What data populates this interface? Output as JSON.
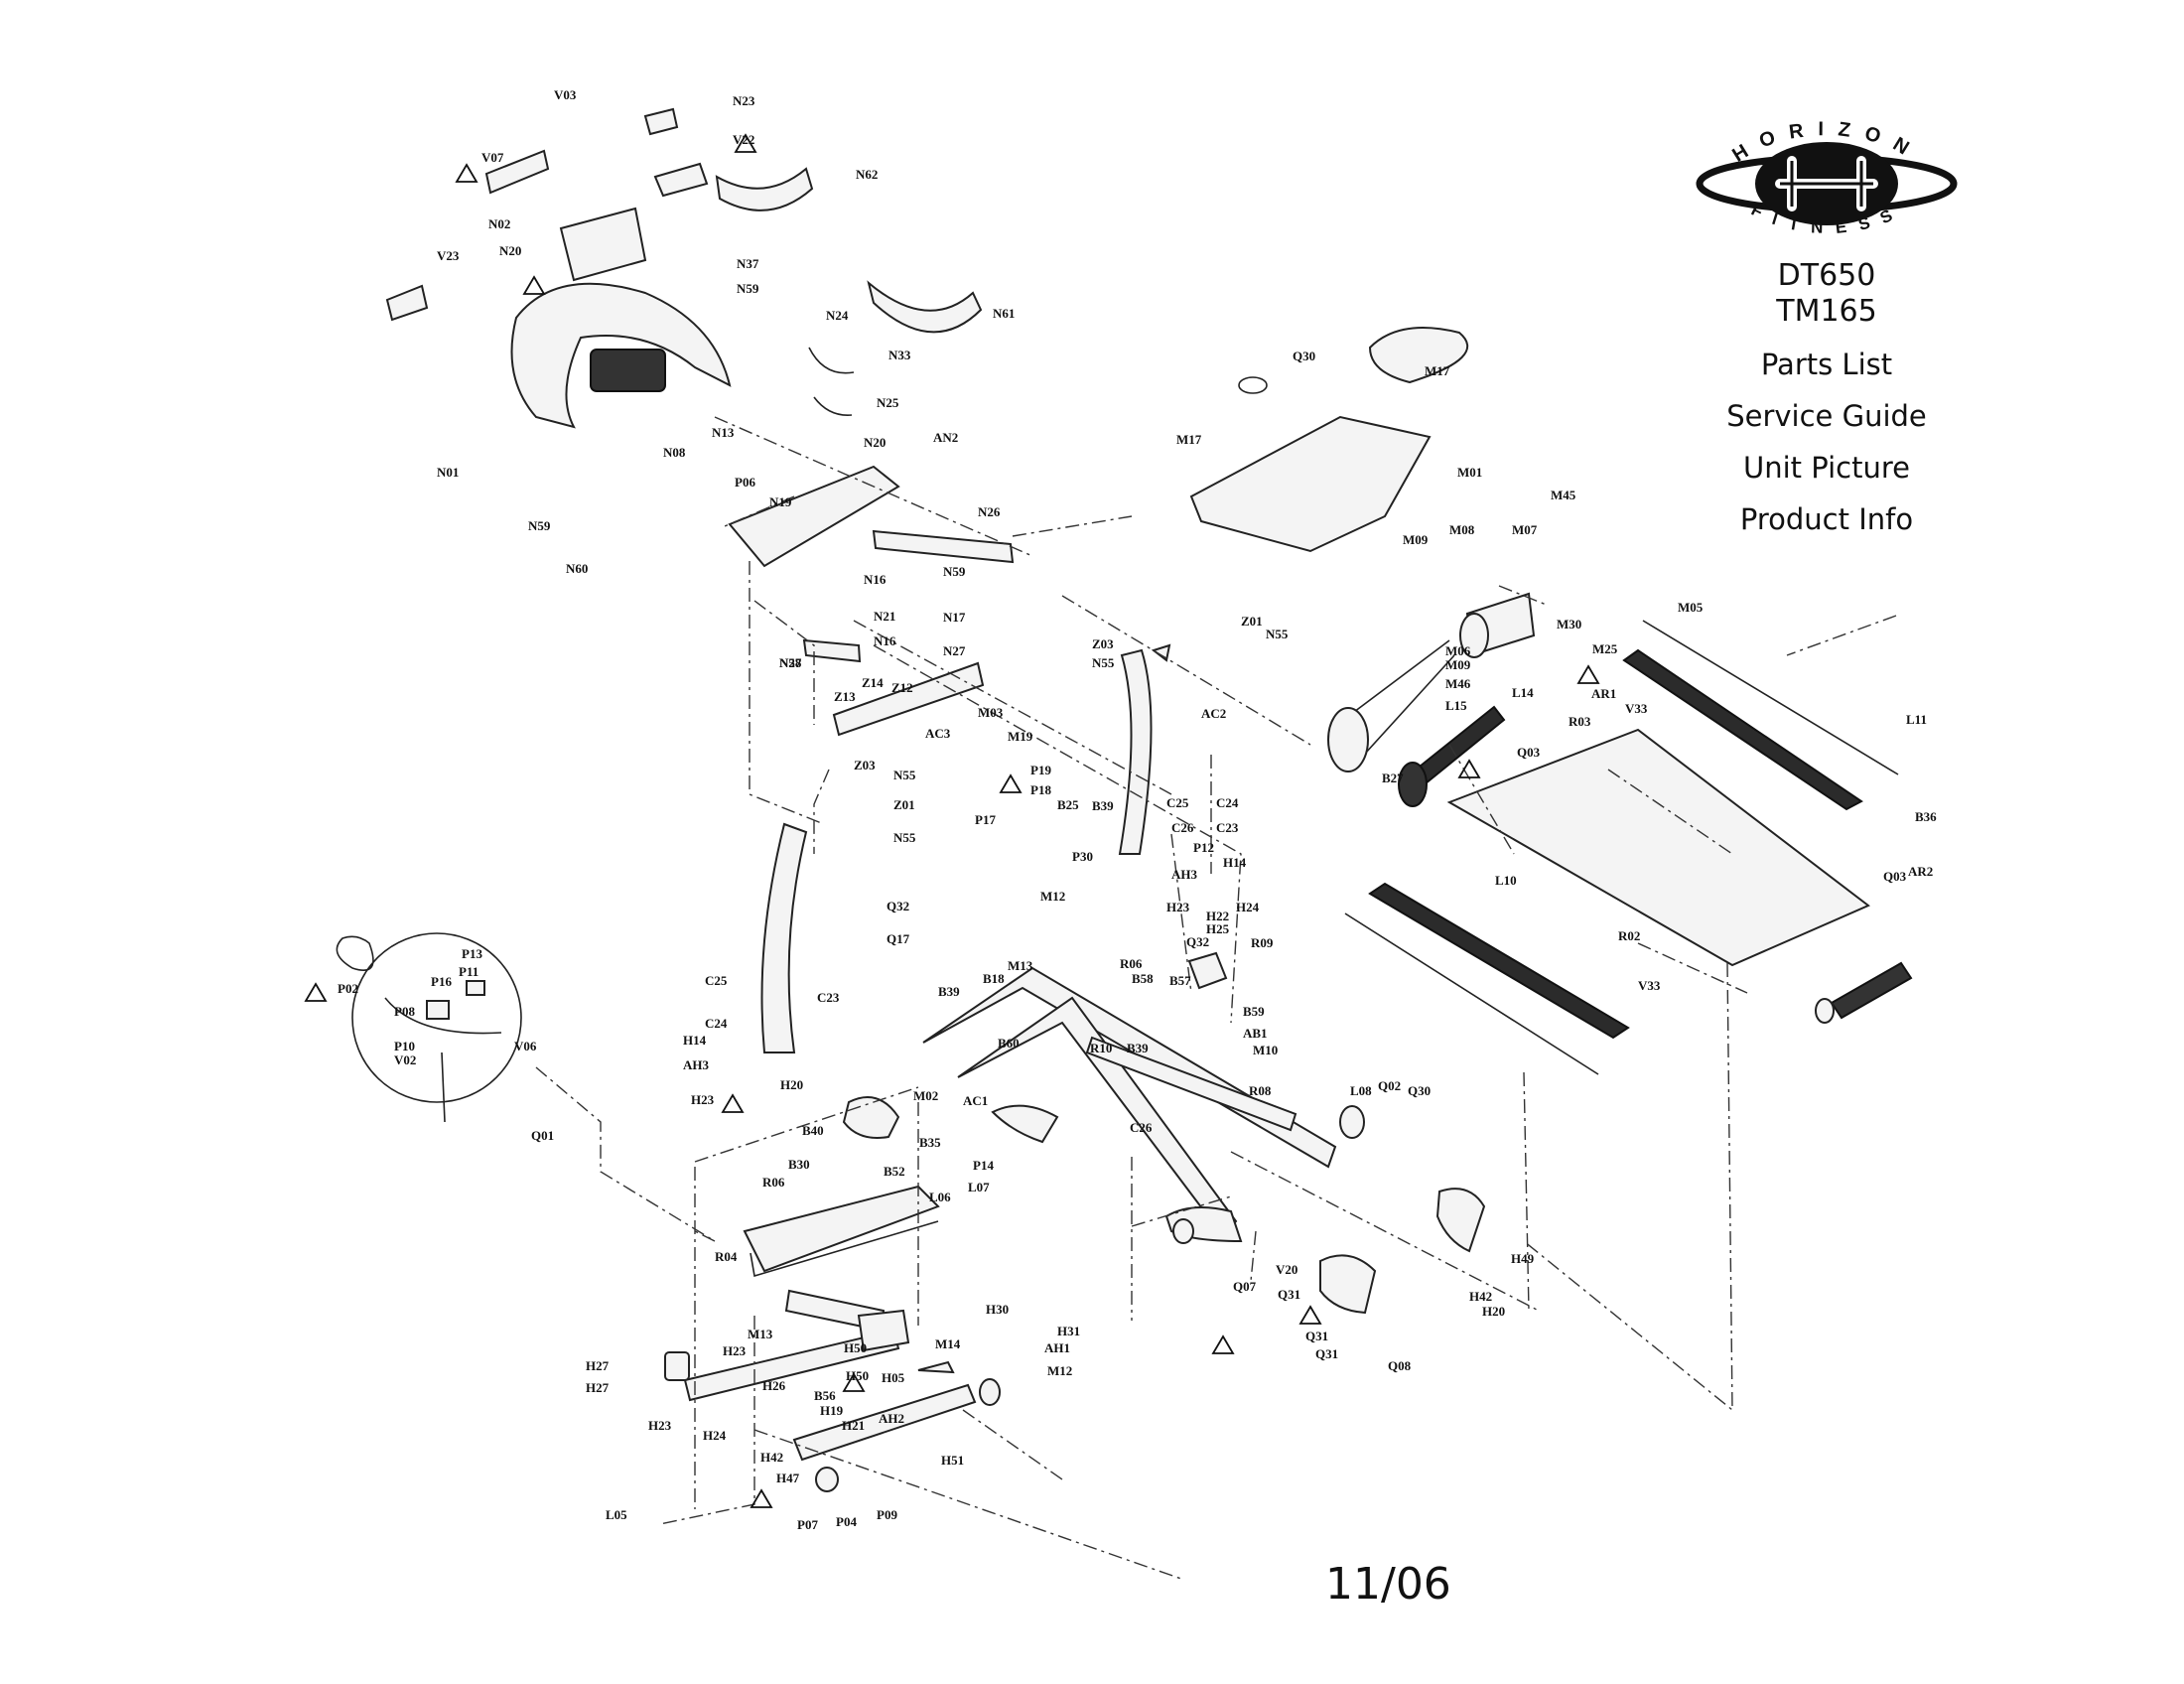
{
  "brand": {
    "name_top": "HORIZON",
    "name_bottom": "FITNESS"
  },
  "models": [
    "DT650",
    "TM165"
  ],
  "links": [
    "Parts List",
    "Service Guide",
    "Unit Picture",
    "Product Info"
  ],
  "date": "11/06",
  "parts": [
    "V03",
    "N23",
    "V22",
    "V07",
    "N62",
    "N02",
    "N20",
    "N37",
    "N59",
    "V23",
    "N61",
    "N24",
    "N33",
    "N25",
    "N13",
    "N01",
    "N08",
    "P06",
    "N20",
    "AN2",
    "N26",
    "N19",
    "N59",
    "N60",
    "N59",
    "N16",
    "N17",
    "N27",
    "N21",
    "N16",
    "N27",
    "N58",
    "Z01",
    "N55",
    "Z03",
    "N55",
    "Z14",
    "Z12",
    "Z13",
    "AC2",
    "AC3",
    "M03",
    "M19",
    "Z03",
    "N55",
    "Z01",
    "N55",
    "P19",
    "P18",
    "B25",
    "B39",
    "C25",
    "C24",
    "C26",
    "C23",
    "P17",
    "P30",
    "P12",
    "H14",
    "AH3",
    "H23",
    "H24",
    "H25",
    "H22",
    "Q32",
    "Q32",
    "Q17",
    "M12",
    "M13",
    "B18",
    "R09",
    "R06",
    "B58",
    "B57",
    "B59",
    "AB1",
    "M10",
    "R08",
    "B39",
    "B60",
    "R10",
    "B39",
    "AC1",
    "C26",
    "C25",
    "C23",
    "C24",
    "H14",
    "AH3",
    "H23",
    "H20",
    "B40",
    "B30",
    "M02",
    "B35",
    "B52",
    "P14",
    "L06",
    "L07",
    "L08",
    "Q02",
    "Q30",
    "R06",
    "R04",
    "V20",
    "Q31",
    "Q07",
    "Q31",
    "Q08",
    "Q31",
    "H49",
    "H42",
    "H20",
    "H30",
    "H31",
    "AH1",
    "M14",
    "M12",
    "M13",
    "H23",
    "H50",
    "H50",
    "H05",
    "H27",
    "H27",
    "H23",
    "H26",
    "B56",
    "H19",
    "H21",
    "AH2",
    "H24",
    "H42",
    "H51",
    "H47",
    "L05",
    "P07",
    "P04",
    "P09",
    "P02",
    "P13",
    "P11",
    "P16",
    "P08",
    "P10",
    "V02",
    "V06",
    "Q01",
    "Q30",
    "M17",
    "M17",
    "M01",
    "M08",
    "M07",
    "M09",
    "M45",
    "M05",
    "M30",
    "M25",
    "M06",
    "M09",
    "M46",
    "L15",
    "L14",
    "AR1",
    "R03",
    "V33",
    "Q03",
    "B27",
    "L11",
    "B36",
    "L10",
    "Q03",
    "AR2",
    "R02",
    "V33"
  ],
  "colors": {
    "ink": "#111111",
    "belt": "#2b2b2b",
    "paper": "#ffffff"
  }
}
